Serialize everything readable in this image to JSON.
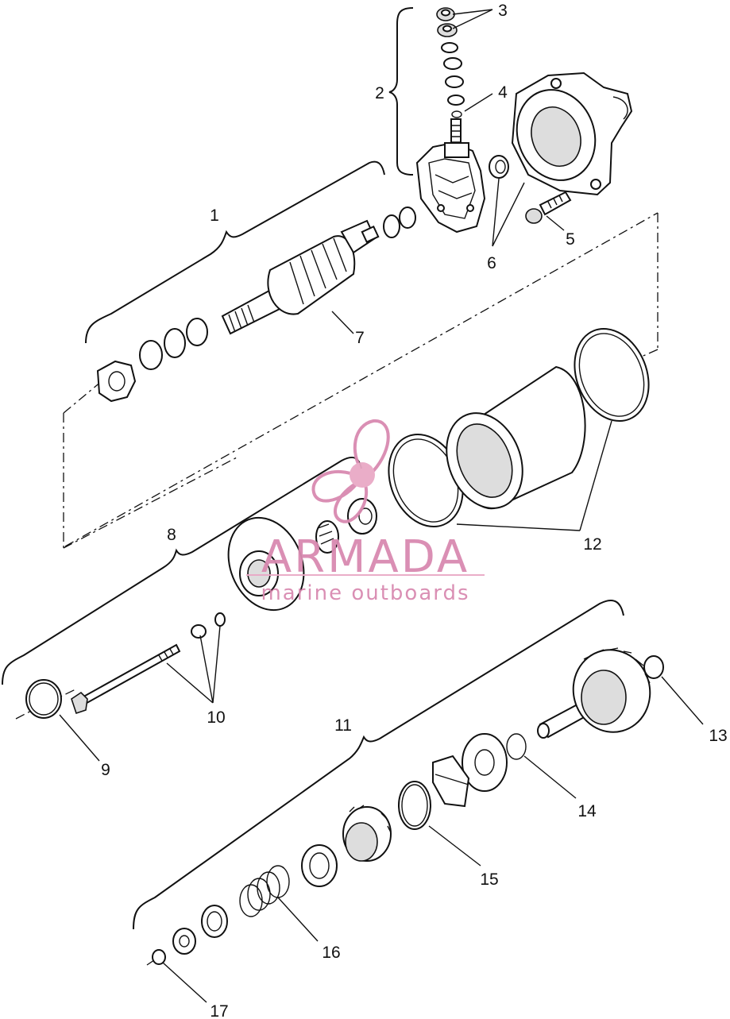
{
  "callouts": [
    {
      "id": "1",
      "text": "1"
    },
    {
      "id": "2",
      "text": "2"
    },
    {
      "id": "3",
      "text": "3"
    },
    {
      "id": "4",
      "text": "4"
    },
    {
      "id": "5",
      "text": "5"
    },
    {
      "id": "6",
      "text": "6"
    },
    {
      "id": "7",
      "text": "7"
    },
    {
      "id": "8",
      "text": "8"
    },
    {
      "id": "9",
      "text": "9"
    },
    {
      "id": "10",
      "text": "10"
    },
    {
      "id": "11",
      "text": "11"
    },
    {
      "id": "12",
      "text": "12"
    },
    {
      "id": "13",
      "text": "13"
    },
    {
      "id": "14",
      "text": "14"
    },
    {
      "id": "15",
      "text": "15"
    },
    {
      "id": "16",
      "text": "16"
    },
    {
      "id": "17",
      "text": "17"
    }
  ],
  "watermark": {
    "brand": "ARMADA",
    "tagline": "marine outboards",
    "color": "#e9a9c6",
    "accent": "#d98ab0"
  },
  "line_color": "#111111",
  "background": "#ffffff"
}
